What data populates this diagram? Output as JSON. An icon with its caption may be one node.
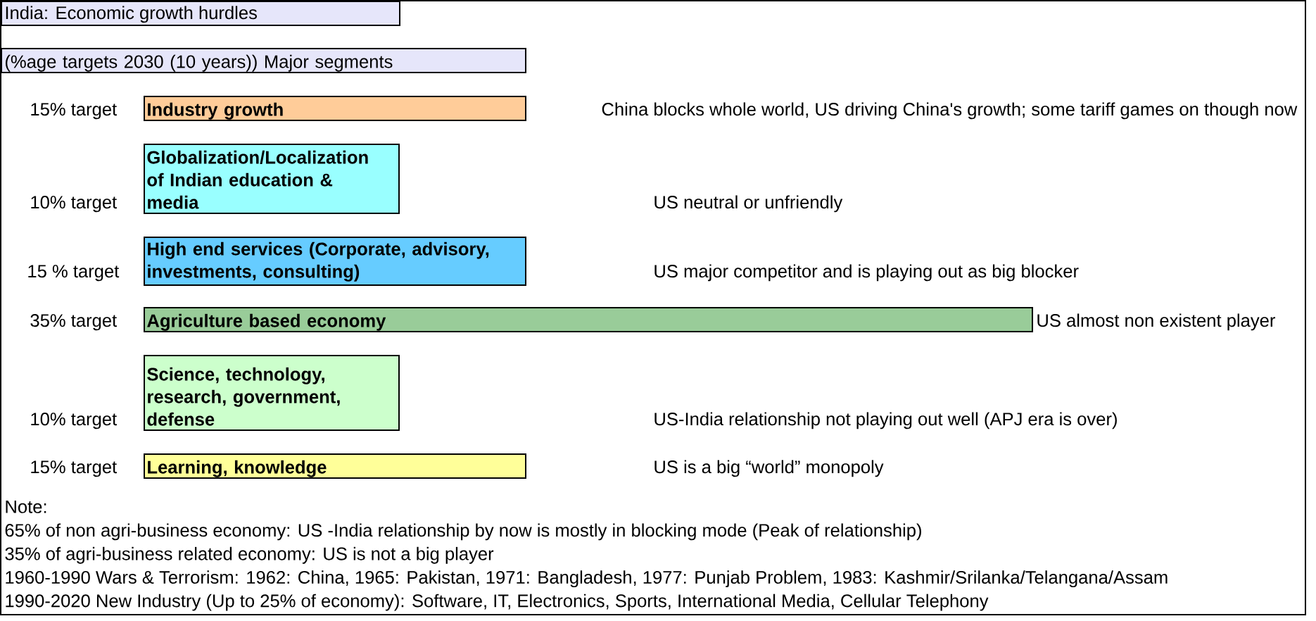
{
  "diagram": {
    "title": "India: Economic growth hurdles",
    "nodes": [
      {
        "text": [
          "(%age targets 2030 (10 years)) Major segments"
        ]
      },
      {
        "text": [
          "Industry growth"
        ],
        "beside": [
          "15% target"
        ]
      },
      {
        "text": [
          "Globalization/Localization of Indian education & media"
        ],
        "beside": [
          "10% target"
        ]
      },
      {
        "text": [
          "High end services (Corporate, advisory, investments, consulting)"
        ],
        "beside": [
          "15 % target"
        ]
      },
      {
        "text": [
          "Agriculture based economy"
        ],
        "beside": [
          "35% target",
          "US almost non existent player"
        ]
      },
      {
        "text": [
          "Science, technology, research, government, defense"
        ],
        "beside": [
          "10% target"
        ]
      },
      {
        "text": [
          "Learning, knowledge"
        ],
        "beside": [
          "15% target"
        ]
      }
    ],
    "labels": [
      "China blocks whole world, US driving China's growth; some tariff games on though now",
      "US neutral or unfriendly",
      "US major competitor and is playing out as big blocker",
      "US-India relationship not playing out well (APJ era is over)",
      "US is a big “world” monopoly",
      "Note:",
      "65% of non agri-business economy: US -India relationship by now is mostly in blocking mode (Peak of relationship)",
      "35% of agri-business related economy: US is not a big player",
      "1960-1990 Wars & Terrorism: 1962: China, 1965: Pakistan, 1971: Bangladesh, 1977: Punjab Problem, 1983: Kashmir/Srilanka/Telangana/Assam",
      "1990-2020 New Industry (Up to 25% of economy): Software, IT, Electronics, Sports, International Media, Cellular Telephony"
    ]
  }
}
